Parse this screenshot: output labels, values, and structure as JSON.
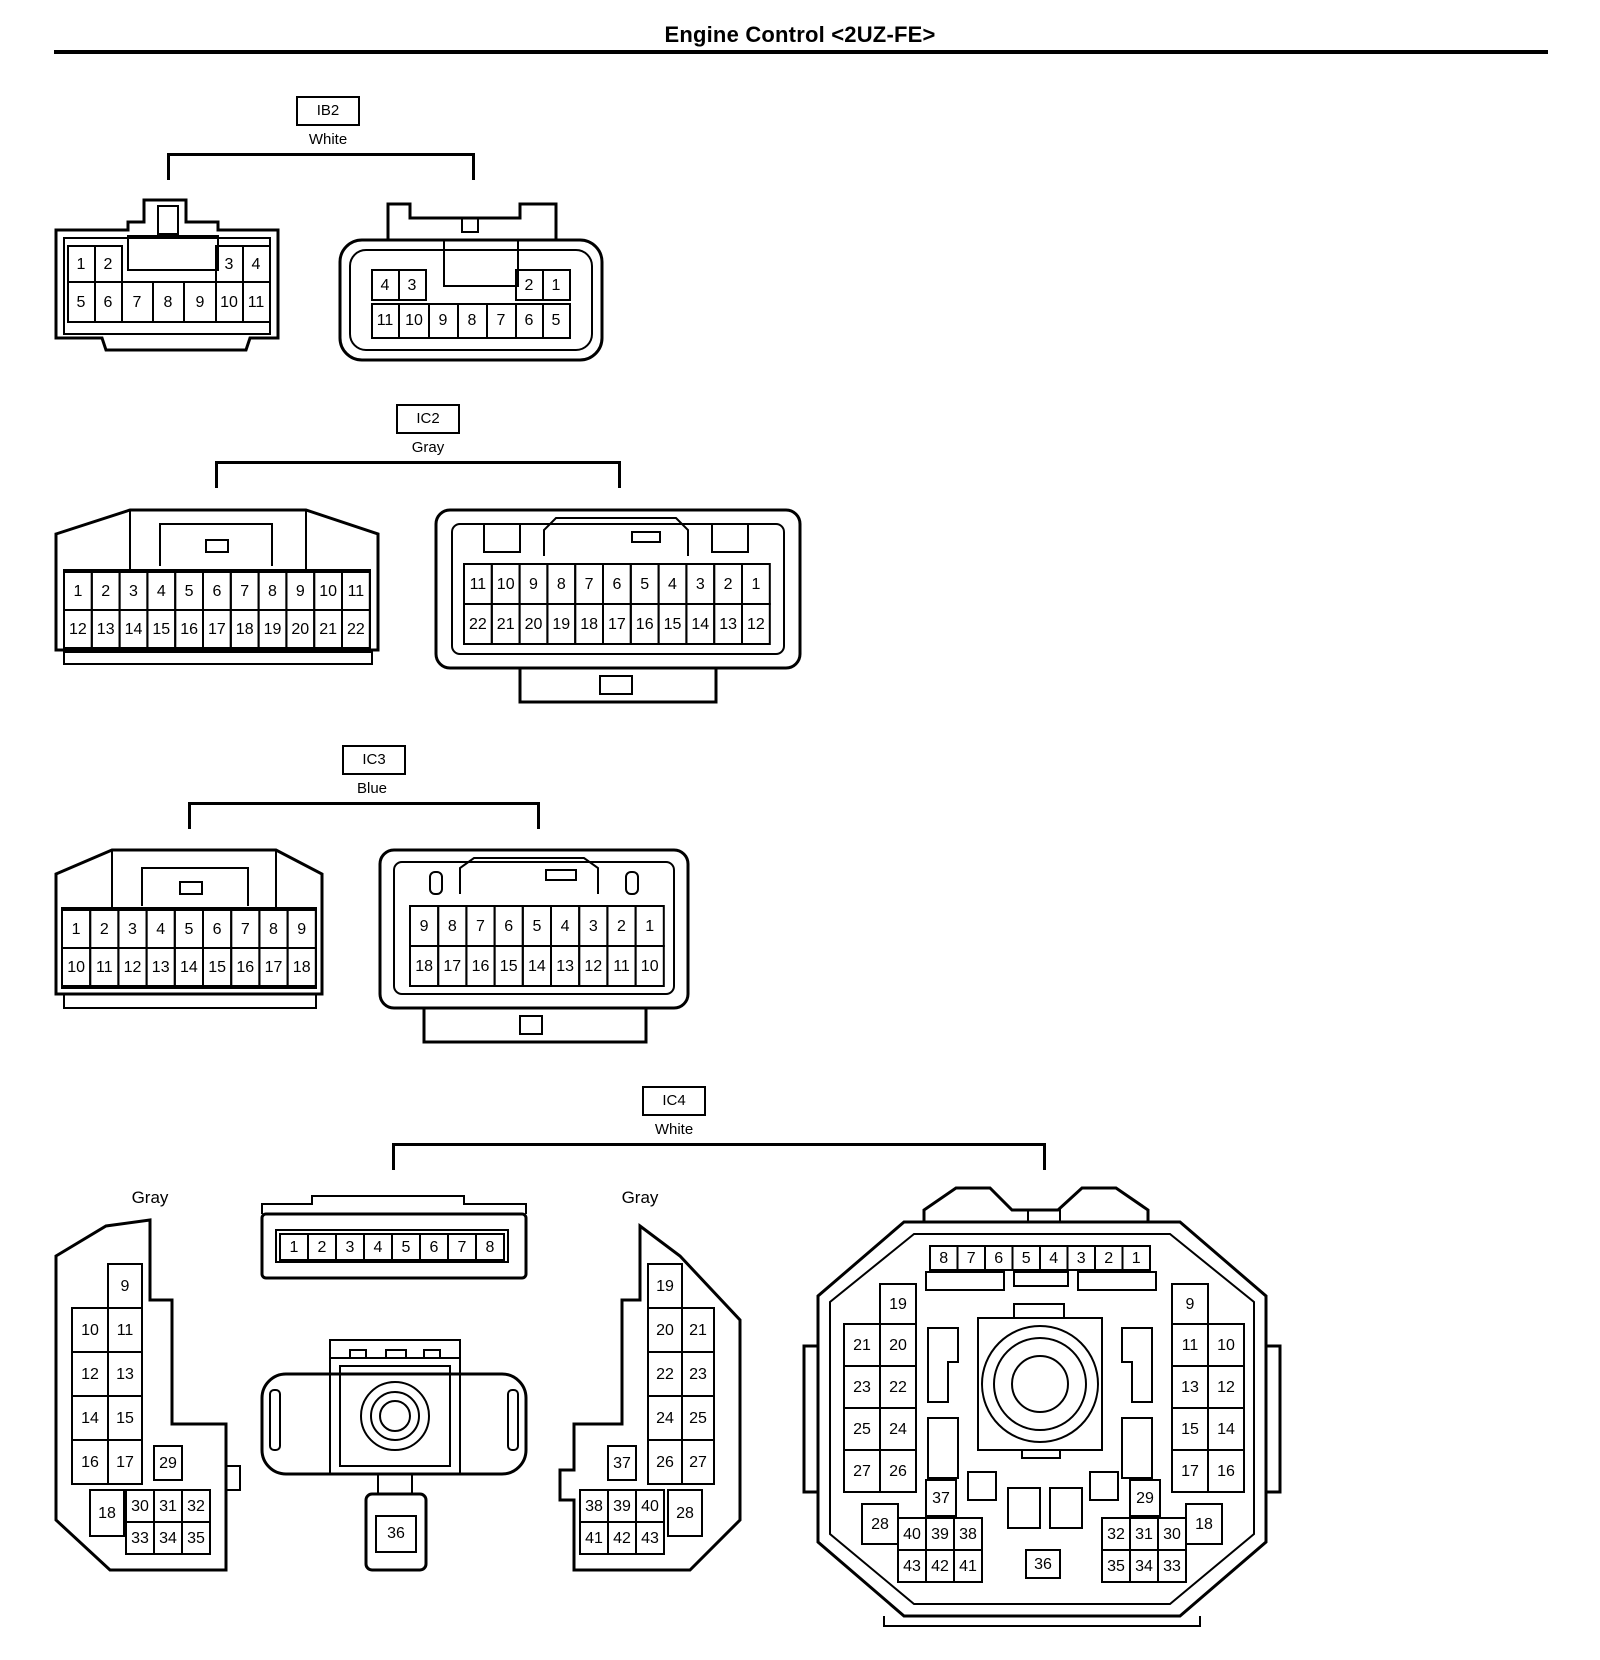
{
  "title": "Engine Control <2UZ-FE>",
  "connectors": {
    "ib2": {
      "code": "IB2",
      "color": "White",
      "left": [
        [
          "1",
          "2",
          "",
          "",
          "",
          "",
          "3",
          "4"
        ],
        [
          "5",
          "6",
          "7",
          "8",
          "9",
          "10",
          "11"
        ]
      ],
      "right": [
        [
          "4",
          "3",
          "2",
          "1"
        ],
        [
          "11",
          "10",
          "9",
          "8",
          "7",
          "6",
          "5"
        ]
      ]
    },
    "ic2": {
      "code": "IC2",
      "color": "Gray",
      "left": [
        [
          "1",
          "2",
          "3",
          "4",
          "5",
          "6",
          "7",
          "8",
          "9",
          "10",
          "11"
        ],
        [
          "12",
          "13",
          "14",
          "15",
          "16",
          "17",
          "18",
          "19",
          "20",
          "21",
          "22"
        ]
      ],
      "right": [
        [
          "11",
          "10",
          "9",
          "8",
          "7",
          "6",
          "5",
          "4",
          "3",
          "2",
          "1"
        ],
        [
          "22",
          "21",
          "20",
          "19",
          "18",
          "17",
          "16",
          "15",
          "14",
          "13",
          "12"
        ]
      ]
    },
    "ic3": {
      "code": "IC3",
      "color": "Blue",
      "left": [
        [
          "1",
          "2",
          "3",
          "4",
          "5",
          "6",
          "7",
          "8",
          "9"
        ],
        [
          "10",
          "11",
          "12",
          "13",
          "14",
          "15",
          "16",
          "17",
          "18"
        ]
      ],
      "right": [
        [
          "9",
          "8",
          "7",
          "6",
          "5",
          "4",
          "3",
          "2",
          "1"
        ],
        [
          "18",
          "17",
          "16",
          "15",
          "14",
          "13",
          "12",
          "11",
          "10"
        ]
      ]
    },
    "ic4": {
      "code": "IC4",
      "color": "White",
      "sub_left": "Gray",
      "sub_right": "Gray",
      "strip": [
        "1",
        "2",
        "3",
        "4",
        "5",
        "6",
        "7",
        "8"
      ],
      "round": "36",
      "block_left": [
        "9",
        "10",
        "11",
        "12",
        "13",
        "14",
        "15",
        "16",
        "17",
        "18",
        "29",
        "30",
        "31",
        "32",
        "33",
        "34",
        "35"
      ],
      "block_right": [
        "19",
        "20",
        "21",
        "22",
        "23",
        "24",
        "25",
        "26",
        "27",
        "28",
        "37",
        "38",
        "39",
        "40",
        "41",
        "42",
        "43"
      ],
      "ecu_top": [
        "8",
        "7",
        "6",
        "5",
        "4",
        "3",
        "2",
        "1"
      ],
      "ecu_left": [
        "19",
        "21",
        "20",
        "23",
        "22",
        "25",
        "24",
        "27",
        "26",
        "28",
        "37",
        "40",
        "39",
        "38",
        "43",
        "42",
        "41"
      ],
      "ecu_right": [
        "9",
        "11",
        "10",
        "13",
        "12",
        "15",
        "14",
        "17",
        "16",
        "18",
        "29",
        "32",
        "31",
        "30",
        "35",
        "34",
        "33"
      ],
      "ecu_center": "36"
    }
  }
}
